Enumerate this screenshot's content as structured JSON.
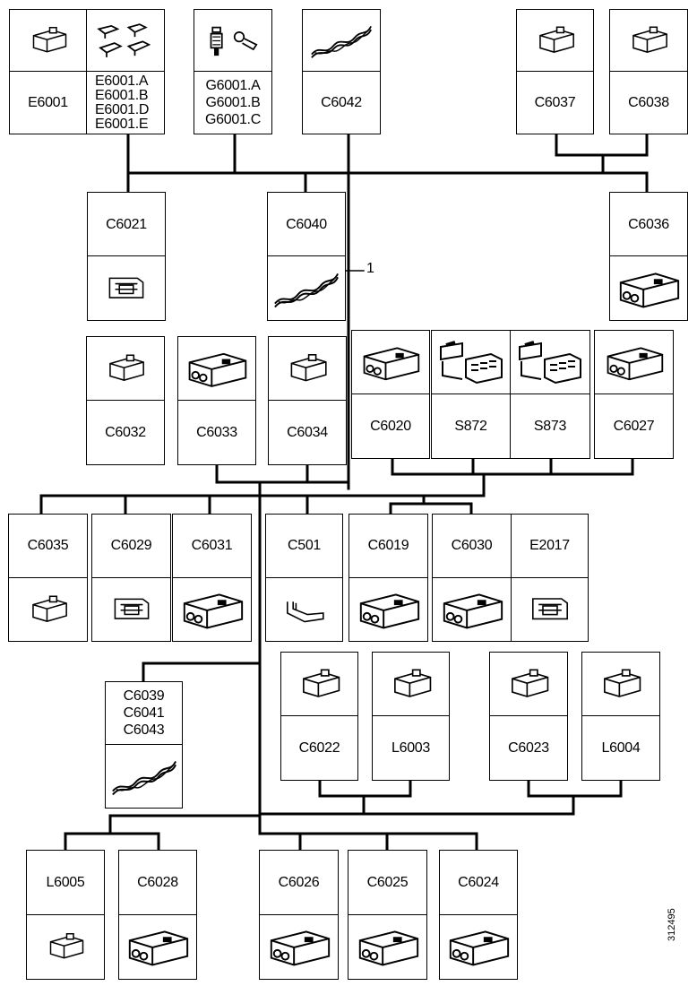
{
  "diagram": {
    "callout": "1",
    "doc_id": "312495",
    "components": {
      "e6001": {
        "label": "E6001",
        "icon": "module-connector-icon"
      },
      "e6001_group": {
        "labels": [
          "E6001.A",
          "E6001.B",
          "E6001.D",
          "E6001.E"
        ],
        "icon": "connector-set-icon"
      },
      "g6001": {
        "labels": [
          "G6001.A",
          "G6001.B",
          "G6001.C"
        ],
        "icon": "ground-terminal-icon"
      },
      "c6042": {
        "label": "C6042",
        "icon": "twisted-pair-icon"
      },
      "c6037": {
        "label": "C6037",
        "icon": "connector-icon"
      },
      "c6038": {
        "label": "C6038",
        "icon": "connector-icon"
      },
      "c6021": {
        "label": "C6021",
        "icon": "connector-icon"
      },
      "c6040": {
        "label": "C6040",
        "icon": "twisted-pair-icon"
      },
      "c6036": {
        "label": "C6036",
        "icon": "connector-icon"
      },
      "c6032": {
        "label": "C6032",
        "icon": "connector-icon"
      },
      "c6033": {
        "label": "C6033",
        "icon": "connector-icon"
      },
      "c6034": {
        "label": "C6034",
        "icon": "connector-icon"
      },
      "c6020": {
        "label": "C6020",
        "icon": "connector-icon"
      },
      "s872": {
        "label": "S872",
        "icon": "switch-icon"
      },
      "s873": {
        "label": "S873",
        "icon": "switch-icon"
      },
      "c6027": {
        "label": "C6027",
        "icon": "connector-icon"
      },
      "c6035": {
        "label": "C6035",
        "icon": "connector-icon"
      },
      "c6029": {
        "label": "C6029",
        "icon": "connector-icon"
      },
      "c6031": {
        "label": "C6031",
        "icon": "connector-icon"
      },
      "c501": {
        "label": "C501",
        "icon": "terminal-icon"
      },
      "c6019": {
        "label": "C6019",
        "icon": "connector-icon"
      },
      "c6030": {
        "label": "C6030",
        "icon": "connector-icon"
      },
      "e2017": {
        "label": "E2017",
        "icon": "module-icon"
      },
      "c6039_group": {
        "labels": [
          "C6039",
          "C6041",
          "C6043"
        ],
        "icon": "twisted-pair-icon"
      },
      "c6022": {
        "label": "C6022",
        "icon": "connector-icon"
      },
      "l6003": {
        "label": "L6003",
        "icon": "lamp-socket-icon"
      },
      "c6023": {
        "label": "C6023",
        "icon": "connector-icon"
      },
      "l6004": {
        "label": "L6004",
        "icon": "lamp-socket-icon"
      },
      "l6005": {
        "label": "L6005",
        "icon": "lamp-socket-icon"
      },
      "c6028": {
        "label": "C6028",
        "icon": "connector-icon"
      },
      "c6026": {
        "label": "C6026",
        "icon": "connector-icon"
      },
      "c6025": {
        "label": "C6025",
        "icon": "connector-icon"
      },
      "c6024": {
        "label": "C6024",
        "icon": "connector-icon"
      }
    }
  }
}
